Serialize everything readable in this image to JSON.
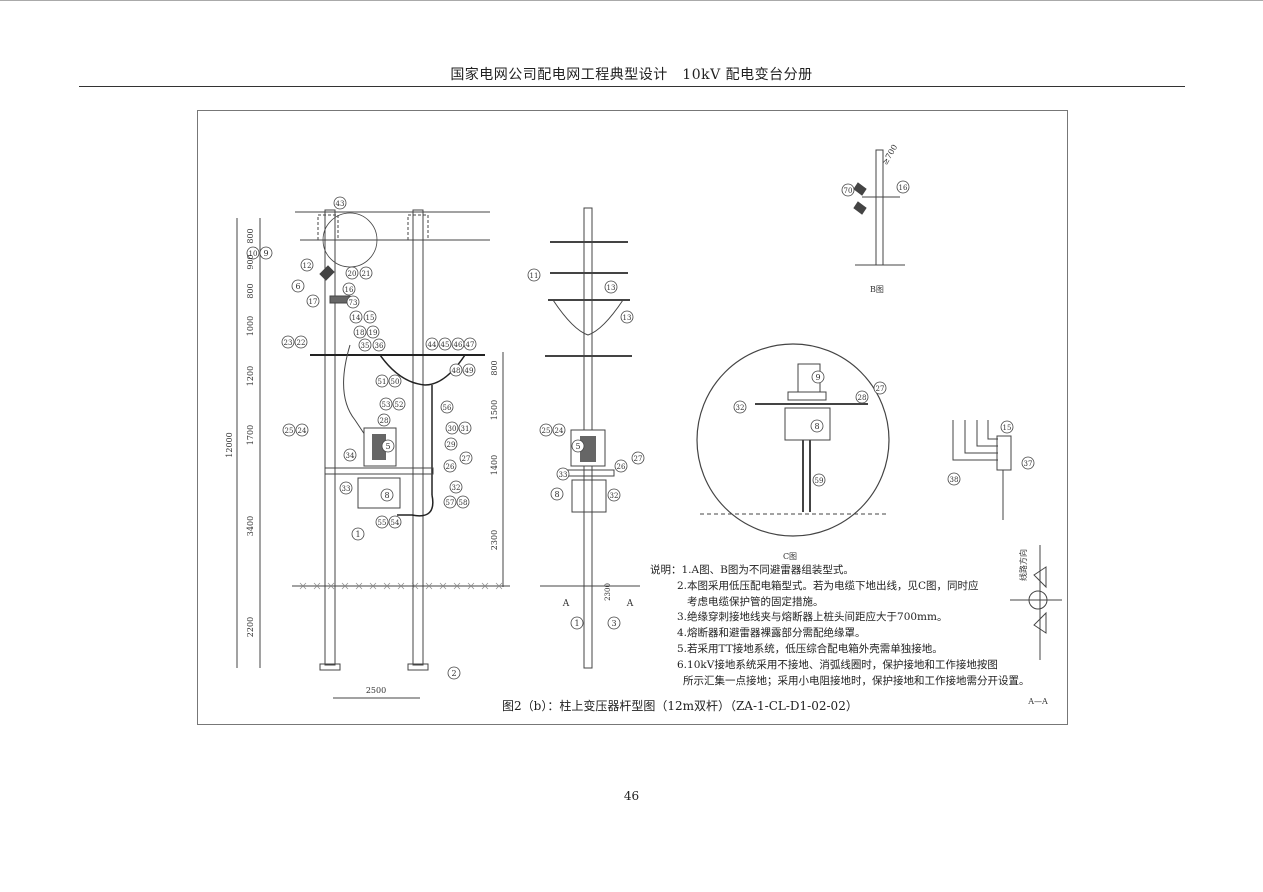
{
  "header": {
    "title": "国家电网公司配电网工程典型设计　10kV 配电变台分册"
  },
  "drawing": {
    "caption": "图2（b）：柱上变压器杆型图（12m双杆）（ZA-1-CL-D1-02-02）",
    "view_b_label": "B图",
    "view_c_label": "C图",
    "line_direction": "线路方向",
    "section_label": "A—A",
    "section_marker": "A",
    "min_distance": "≥700",
    "left_dims": [
      "800",
      "900",
      "800",
      "1000",
      "1200",
      "1700",
      "3400",
      "2200"
    ],
    "overall_height": "12000",
    "right_dims": [
      "800",
      "1500",
      "1400",
      "2300"
    ],
    "pole_spacing": "2500",
    "side_dim": "2300",
    "callouts_front": [
      "43",
      "10",
      "9",
      "12",
      "6",
      "20",
      "21",
      "16",
      "17",
      "73",
      "14",
      "15",
      "18",
      "19",
      "23",
      "22",
      "35",
      "36",
      "44",
      "45",
      "46",
      "47",
      "48",
      "49",
      "51",
      "50",
      "53",
      "52",
      "56",
      "28",
      "30",
      "31",
      "25",
      "24",
      "5",
      "29",
      "34",
      "27",
      "26",
      "33",
      "32",
      "57",
      "58",
      "8",
      "55",
      "54",
      "1",
      "2"
    ],
    "callouts_side": [
      "11",
      "13",
      "13",
      "25",
      "24",
      "5",
      "33",
      "26",
      "27",
      "8",
      "32",
      "1",
      "3"
    ],
    "callouts_b": [
      "70",
      "16"
    ],
    "callouts_c": [
      "9",
      "27",
      "28",
      "32",
      "8",
      "59"
    ],
    "callouts_detail": [
      "15",
      "37",
      "38"
    ]
  },
  "notes": {
    "heading": "说明：",
    "items": [
      "1.A图、B图为不同避雷器组装型式。",
      "2.本图采用低压配电箱型式。若为电缆下地出线，见C图，同时应",
      "考虑电缆保护管的固定措施。",
      "3.绝缘穿刺接地线夹与熔断器上桩头间距应大于700mm。",
      "4.熔断器和避雷器裸露部分需配绝缘罩。",
      "5.若采用TT接地系统，低压综合配电箱外壳需单独接地。",
      "6.10kV接地系统采用不接地、消弧线圈时，保护接地和工作接地按图",
      "所示汇集一点接地；采用小电阻接地时，保护接地和工作接地需分开设置。"
    ]
  },
  "page_number": "46"
}
